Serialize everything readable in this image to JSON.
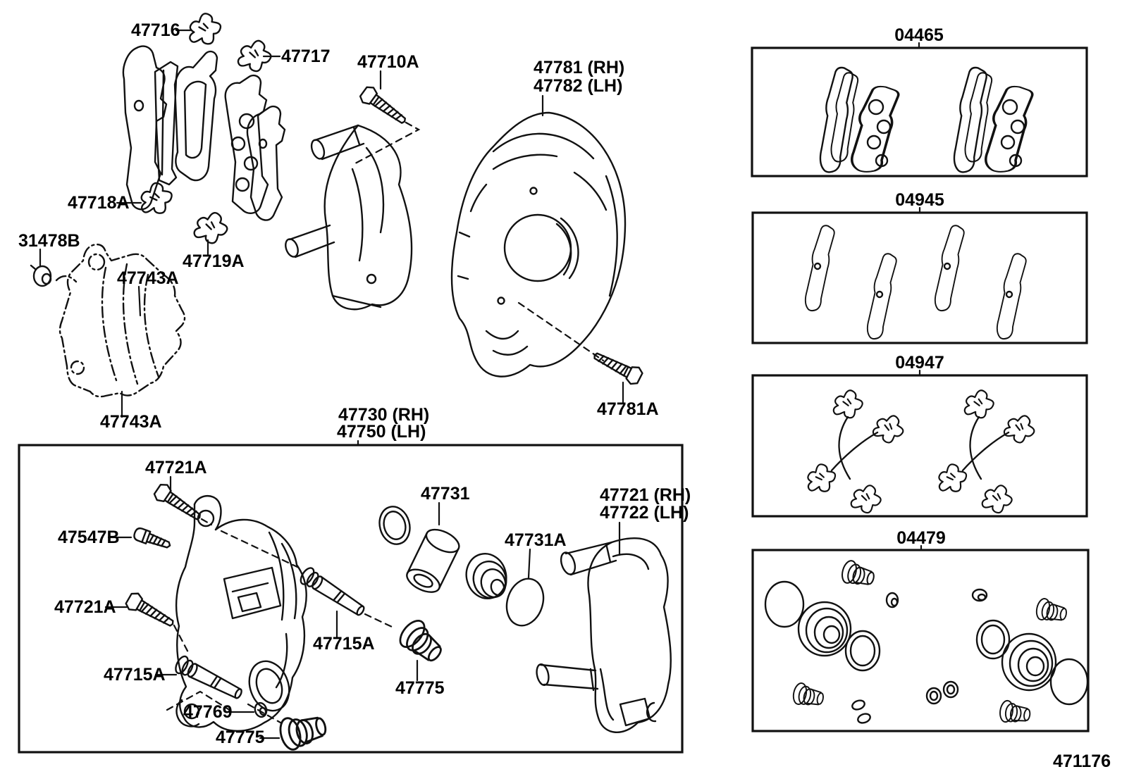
{
  "diagram": {
    "sheet_number": "471176",
    "callouts": {
      "c47716": "47716",
      "c47717": "47717",
      "c47710a": "47710A",
      "c47781": "47781 (RH)",
      "c47782": "47782 (LH)",
      "c47718a": "47718A",
      "c47719a": "47719A",
      "c31478b": "31478B",
      "c47743a_upper": "47743A",
      "c47743a_lower": "47743A",
      "c47781a": "47781A",
      "c47730": "47730 (RH)",
      "c47750": "47750 (LH)",
      "c47721a_top": "47721A",
      "c47547b": "47547B",
      "c47721a_left": "47721A",
      "c47715a_left": "47715A",
      "c47715a_mid": "47715A",
      "c47769": "47769",
      "c47775_left": "47775",
      "c47775_mid": "47775",
      "c47731": "47731",
      "c47731a": "47731A",
      "c47721": "47721 (RH)",
      "c47722": "47722 (LH)",
      "k04465": "04465",
      "k04945": "04945",
      "k04947": "04947",
      "k04479": "04479"
    }
  }
}
